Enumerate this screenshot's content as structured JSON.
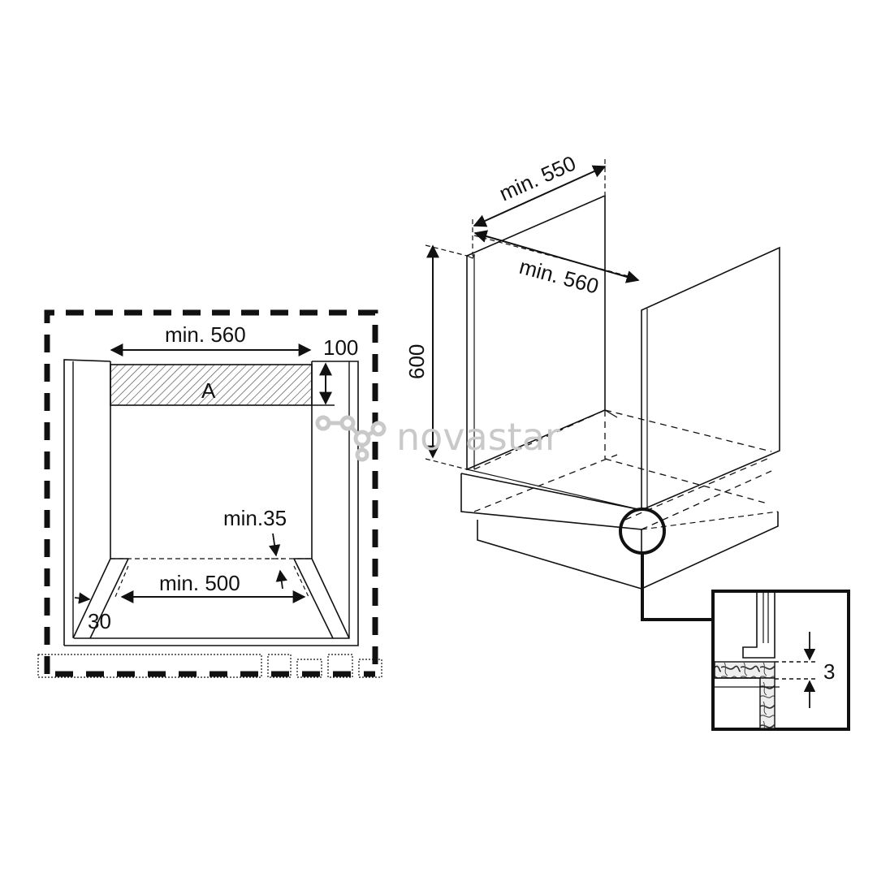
{
  "left_view": {
    "width_top": "min. 560",
    "vent_height": "100",
    "area_label": "A",
    "vent_depth": "min.35",
    "width_bottom": "min. 500",
    "side_gap": "30"
  },
  "right_view": {
    "depth_top": "min. 550",
    "width_top": "min. 560",
    "height": "600"
  },
  "detail": {
    "gap": "3"
  },
  "watermark": {
    "text": "novastar"
  },
  "colors": {
    "line": "#111111",
    "watermark": "#c9c9c9",
    "hatch": "#555555"
  }
}
